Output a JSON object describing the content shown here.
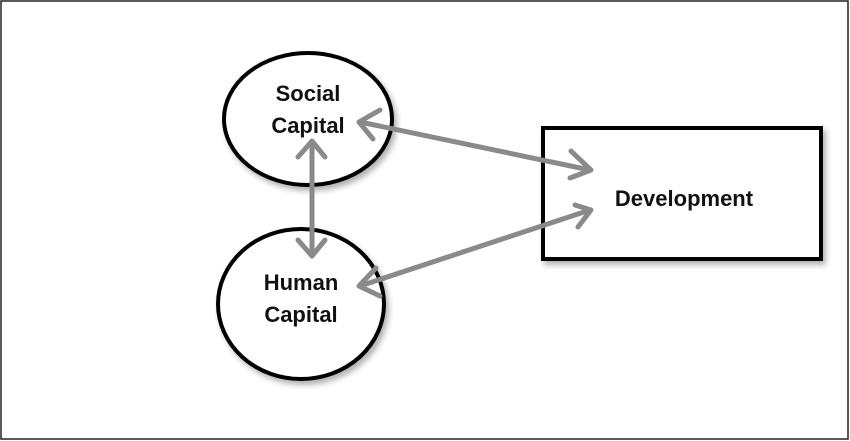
{
  "nodes": {
    "social_capital": {
      "line1": "Social",
      "line2": "Capital"
    },
    "human_capital": {
      "line1": "Human",
      "line2": "Capital"
    },
    "development": {
      "label": "Development"
    }
  },
  "colors": {
    "arrow": "#8a8a8a",
    "outline": "#000000"
  }
}
